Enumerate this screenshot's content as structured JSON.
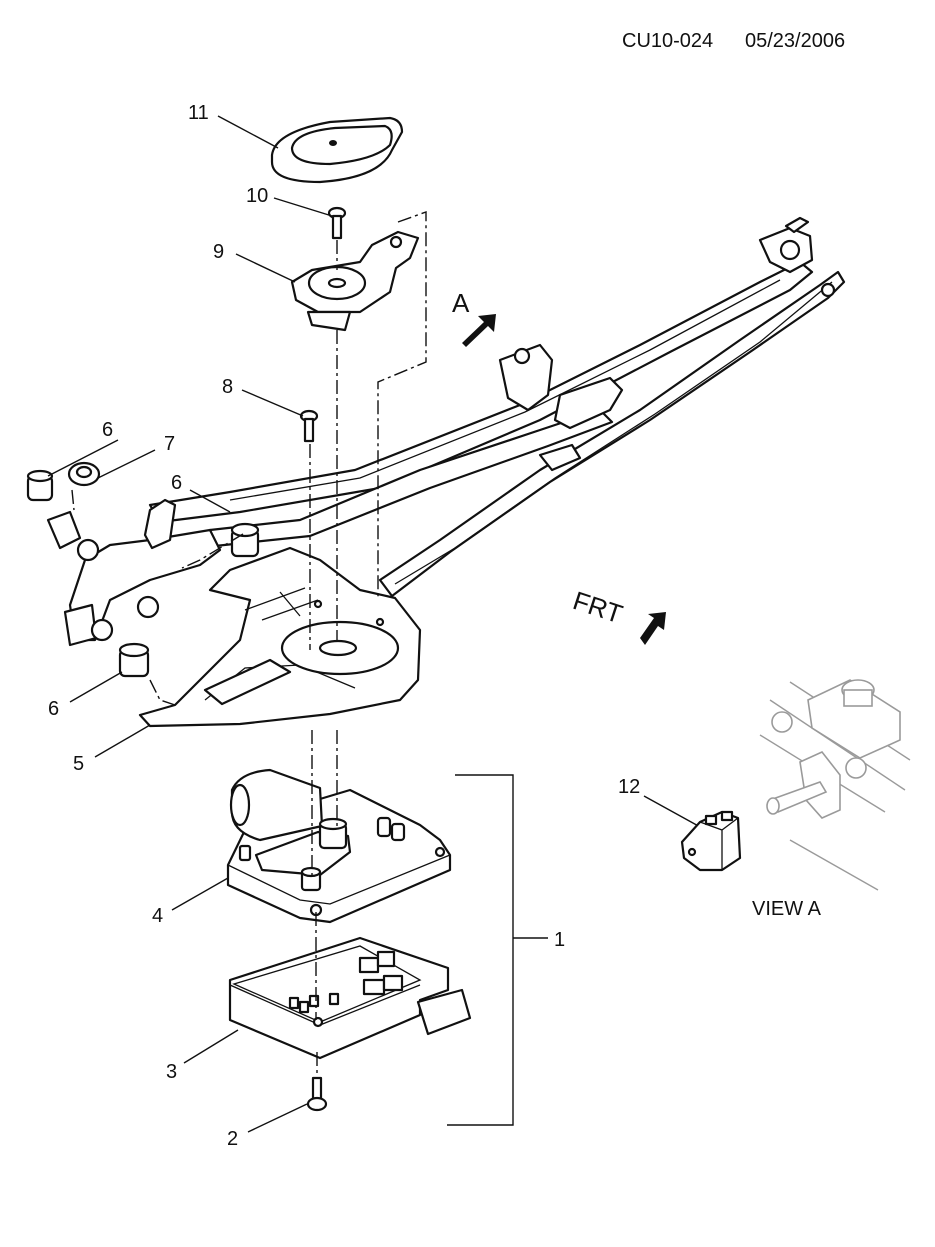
{
  "header": {
    "code": "CU10-024",
    "date": "05/23/2006"
  },
  "callouts": {
    "n1": "1",
    "n2": "2",
    "n3": "3",
    "n4": "4",
    "n5": "5",
    "n6a": "6",
    "n6b": "6",
    "n6c": "6",
    "n7": "7",
    "n8": "8",
    "n9": "9",
    "n10": "10",
    "n11": "11",
    "n12": "12"
  },
  "view_marker": "A",
  "front_marker": "FRT",
  "view_caption": "VIEW A"
}
